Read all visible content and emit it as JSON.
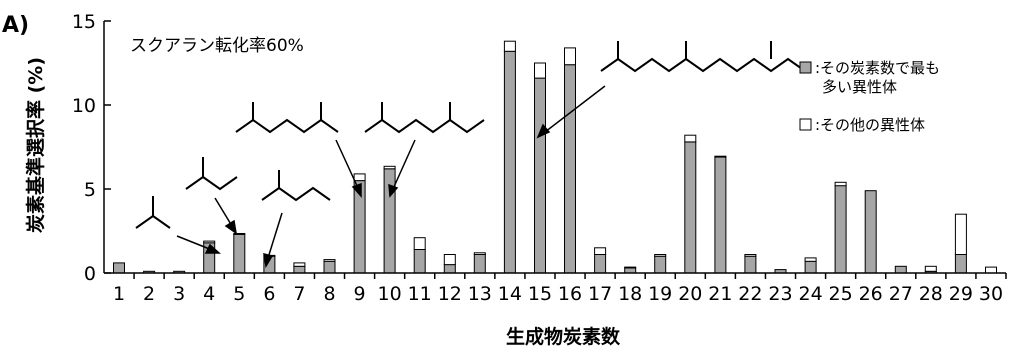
{
  "chart_data": {
    "type": "bar",
    "stacked": true,
    "panel_label": "A)",
    "annotation": "スクアラン転化率60%",
    "xlabel": "生成物炭素数",
    "ylabel": "炭素基準選択率 (%)",
    "ylim": [
      0,
      15
    ],
    "yticks": [
      0,
      5,
      10,
      15
    ],
    "grid": false,
    "legend_position": "top-right",
    "categories": [
      "1",
      "2",
      "3",
      "4",
      "5",
      "6",
      "7",
      "8",
      "9",
      "10",
      "11",
      "12",
      "13",
      "14",
      "15",
      "16",
      "17",
      "18",
      "19",
      "20",
      "21",
      "22",
      "23",
      "24",
      "25",
      "26",
      "27",
      "28",
      "29",
      "30"
    ],
    "series": [
      {
        "name": ":その炭素数で最も多い異性体",
        "legend_lines": [
          ":その炭素数で最も",
          "多い異性体"
        ],
        "color": "#a6a6a6",
        "values": [
          0.6,
          0.1,
          0.1,
          1.8,
          2.3,
          1.0,
          0.4,
          0.7,
          5.5,
          6.2,
          1.4,
          0.5,
          1.1,
          13.2,
          11.6,
          12.4,
          1.1,
          0.3,
          1.0,
          7.8,
          6.9,
          1.0,
          0.2,
          0.7,
          5.2,
          4.9,
          0.4,
          0.1,
          1.1,
          0.0
        ]
      },
      {
        "name": ":その他の異性体",
        "legend_lines": [
          ":その他の異性体"
        ],
        "color": "#ffffff",
        "values": [
          0.0,
          0.0,
          0.0,
          0.1,
          0.05,
          0.05,
          0.2,
          0.1,
          0.4,
          0.15,
          0.7,
          0.6,
          0.1,
          0.6,
          0.9,
          1.0,
          0.4,
          0.05,
          0.1,
          0.4,
          0.05,
          0.1,
          0.0,
          0.2,
          0.2,
          0.0,
          0.0,
          0.3,
          2.4,
          0.35
        ]
      }
    ]
  }
}
